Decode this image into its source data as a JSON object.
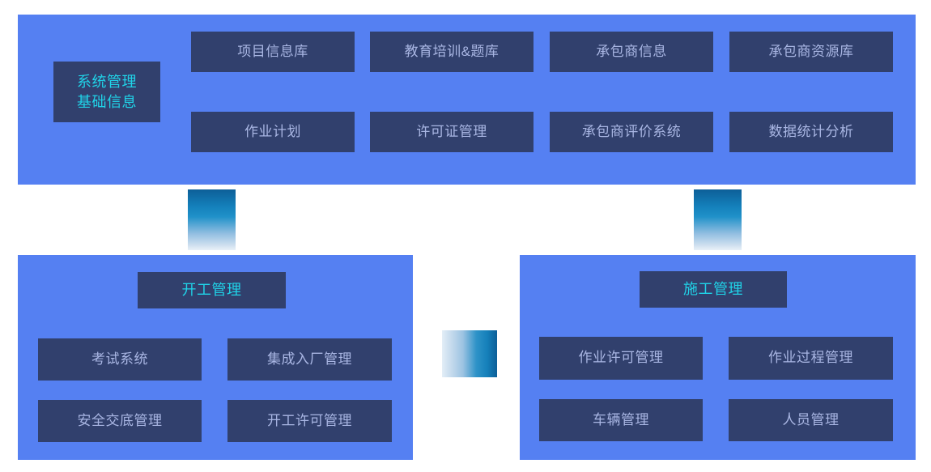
{
  "colors": {
    "panel_bg": "#5580f2",
    "tile_bg": "#31406d",
    "tile_text": "#a9b6e3",
    "header_text": "#20d3e8",
    "connector_dark": "#0d5f98",
    "connector_light": "#e8f1f8",
    "page_bg": "#ffffff"
  },
  "top_panel": {
    "root": {
      "label": "系统管理\n基础信息"
    },
    "row1": [
      {
        "label": "项目信息库"
      },
      {
        "label": "教育培训&题库"
      },
      {
        "label": "承包商信息"
      },
      {
        "label": "承包商资源库"
      }
    ],
    "row2": [
      {
        "label": "作业计划"
      },
      {
        "label": "许可证管理"
      },
      {
        "label": "承包商评价系统"
      },
      {
        "label": "数据统计分析"
      }
    ]
  },
  "start_panel": {
    "header": "开工管理",
    "row1": [
      {
        "label": "考试系统"
      },
      {
        "label": "集成入厂管理"
      }
    ],
    "row2": [
      {
        "label": "安全交底管理"
      },
      {
        "label": "开工许可管理"
      }
    ]
  },
  "build_panel": {
    "header": "施工管理",
    "row1": [
      {
        "label": "作业许可管理"
      },
      {
        "label": "作业过程管理"
      }
    ],
    "row2": [
      {
        "label": "车辆管理"
      },
      {
        "label": "人员管理"
      }
    ]
  },
  "connectors": [
    {
      "name": "left-vertical-connector"
    },
    {
      "name": "right-vertical-connector"
    },
    {
      "name": "middle-horizontal-connector"
    }
  ]
}
